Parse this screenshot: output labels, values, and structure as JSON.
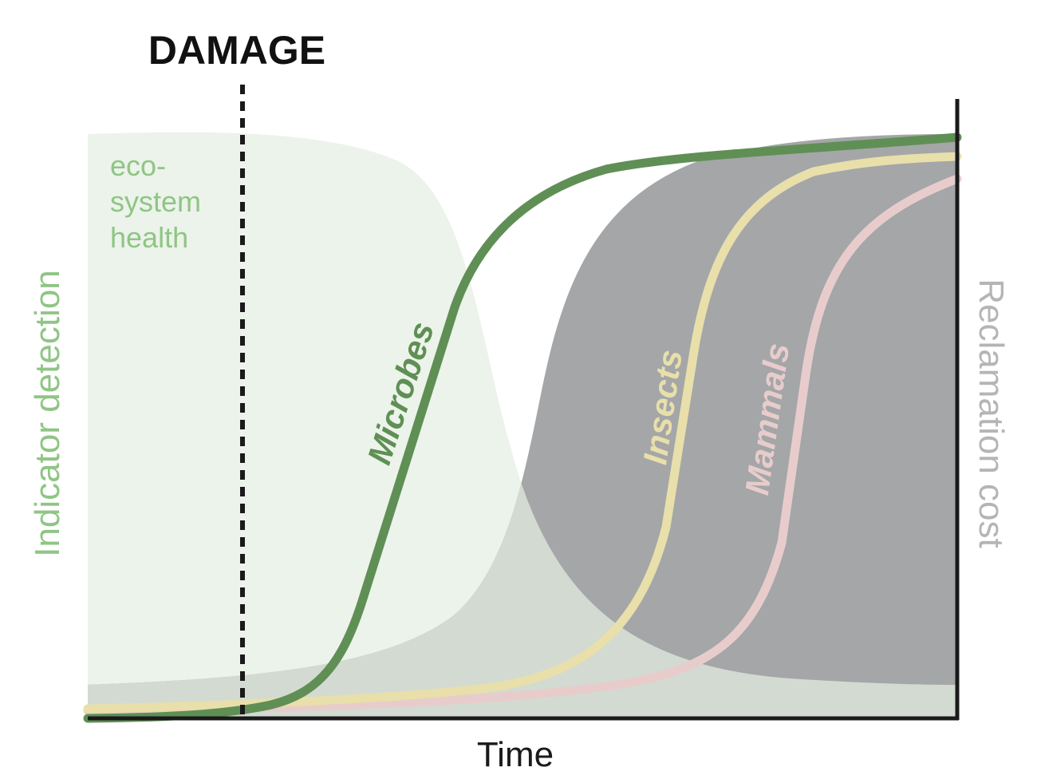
{
  "title": "DAMAGE",
  "axes": {
    "x_label": "Time",
    "y_left_label": "Indicator detection",
    "y_right_label": "Reclamation cost"
  },
  "regions": {
    "ecosystem_health": {
      "lines": [
        "eco-",
        "system",
        "health"
      ]
    }
  },
  "curves": [
    {
      "id": "microbes",
      "label": "Microbes"
    },
    {
      "id": "insects",
      "label": "Insects"
    },
    {
      "id": "mammals",
      "label": "Mammals"
    }
  ],
  "colors": {
    "ecosystem_health_fill": "#ecf3ea",
    "ecosystem_health_text": "#8fc585",
    "reclamation_cost_fill": "#a4a6a8",
    "overlap_fill": "#d3dad1",
    "reclamation_cost_text": "#b5b5b5",
    "microbes": "#5f8f55",
    "insects": "#e8dfaa",
    "mammals": "#e8cccc",
    "axis": "#1a1a1a",
    "damage_line": "#1a1a1a"
  }
}
